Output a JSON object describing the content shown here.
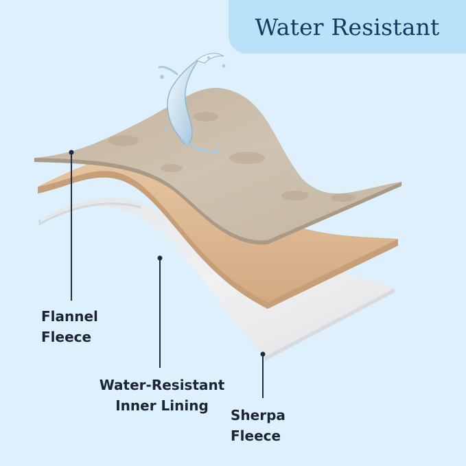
{
  "title": "Water Resistant",
  "labels": {
    "flannel": {
      "line1": "Flannel",
      "line2": "Fleece"
    },
    "lining": {
      "line1": "Water-Resistant",
      "line2": "Inner Lining"
    },
    "sherpa": {
      "line1": "Sherpa",
      "line2": "Fleece"
    }
  },
  "colors": {
    "background": "#ddf0fc",
    "title_pill": "#b9e1f8",
    "title_text": "#123a5f",
    "flannel_layer": "#c9bba7",
    "lining_layer": "#dcb893",
    "sherpa_layer": "#ececee",
    "leader_line": "#1d2a44"
  }
}
